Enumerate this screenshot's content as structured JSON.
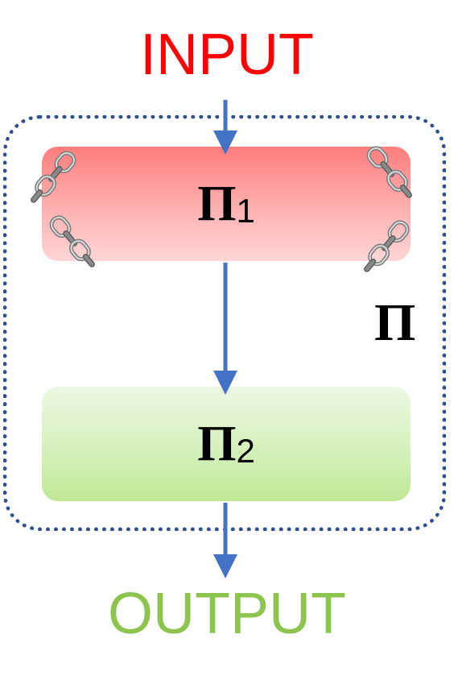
{
  "labels": {
    "input": "INPUT",
    "output": "OUTPUT",
    "container": "Π"
  },
  "modules": [
    {
      "symbol": "Π",
      "subscript": "1"
    },
    {
      "symbol": "Π",
      "subscript": "2"
    }
  ],
  "colors": {
    "input_text": "#ff0000",
    "output_text": "#8cc44e",
    "arrow": "#4472c4",
    "container_border": "#2f4f8f"
  },
  "icons": {
    "chain": "chain-icon"
  }
}
